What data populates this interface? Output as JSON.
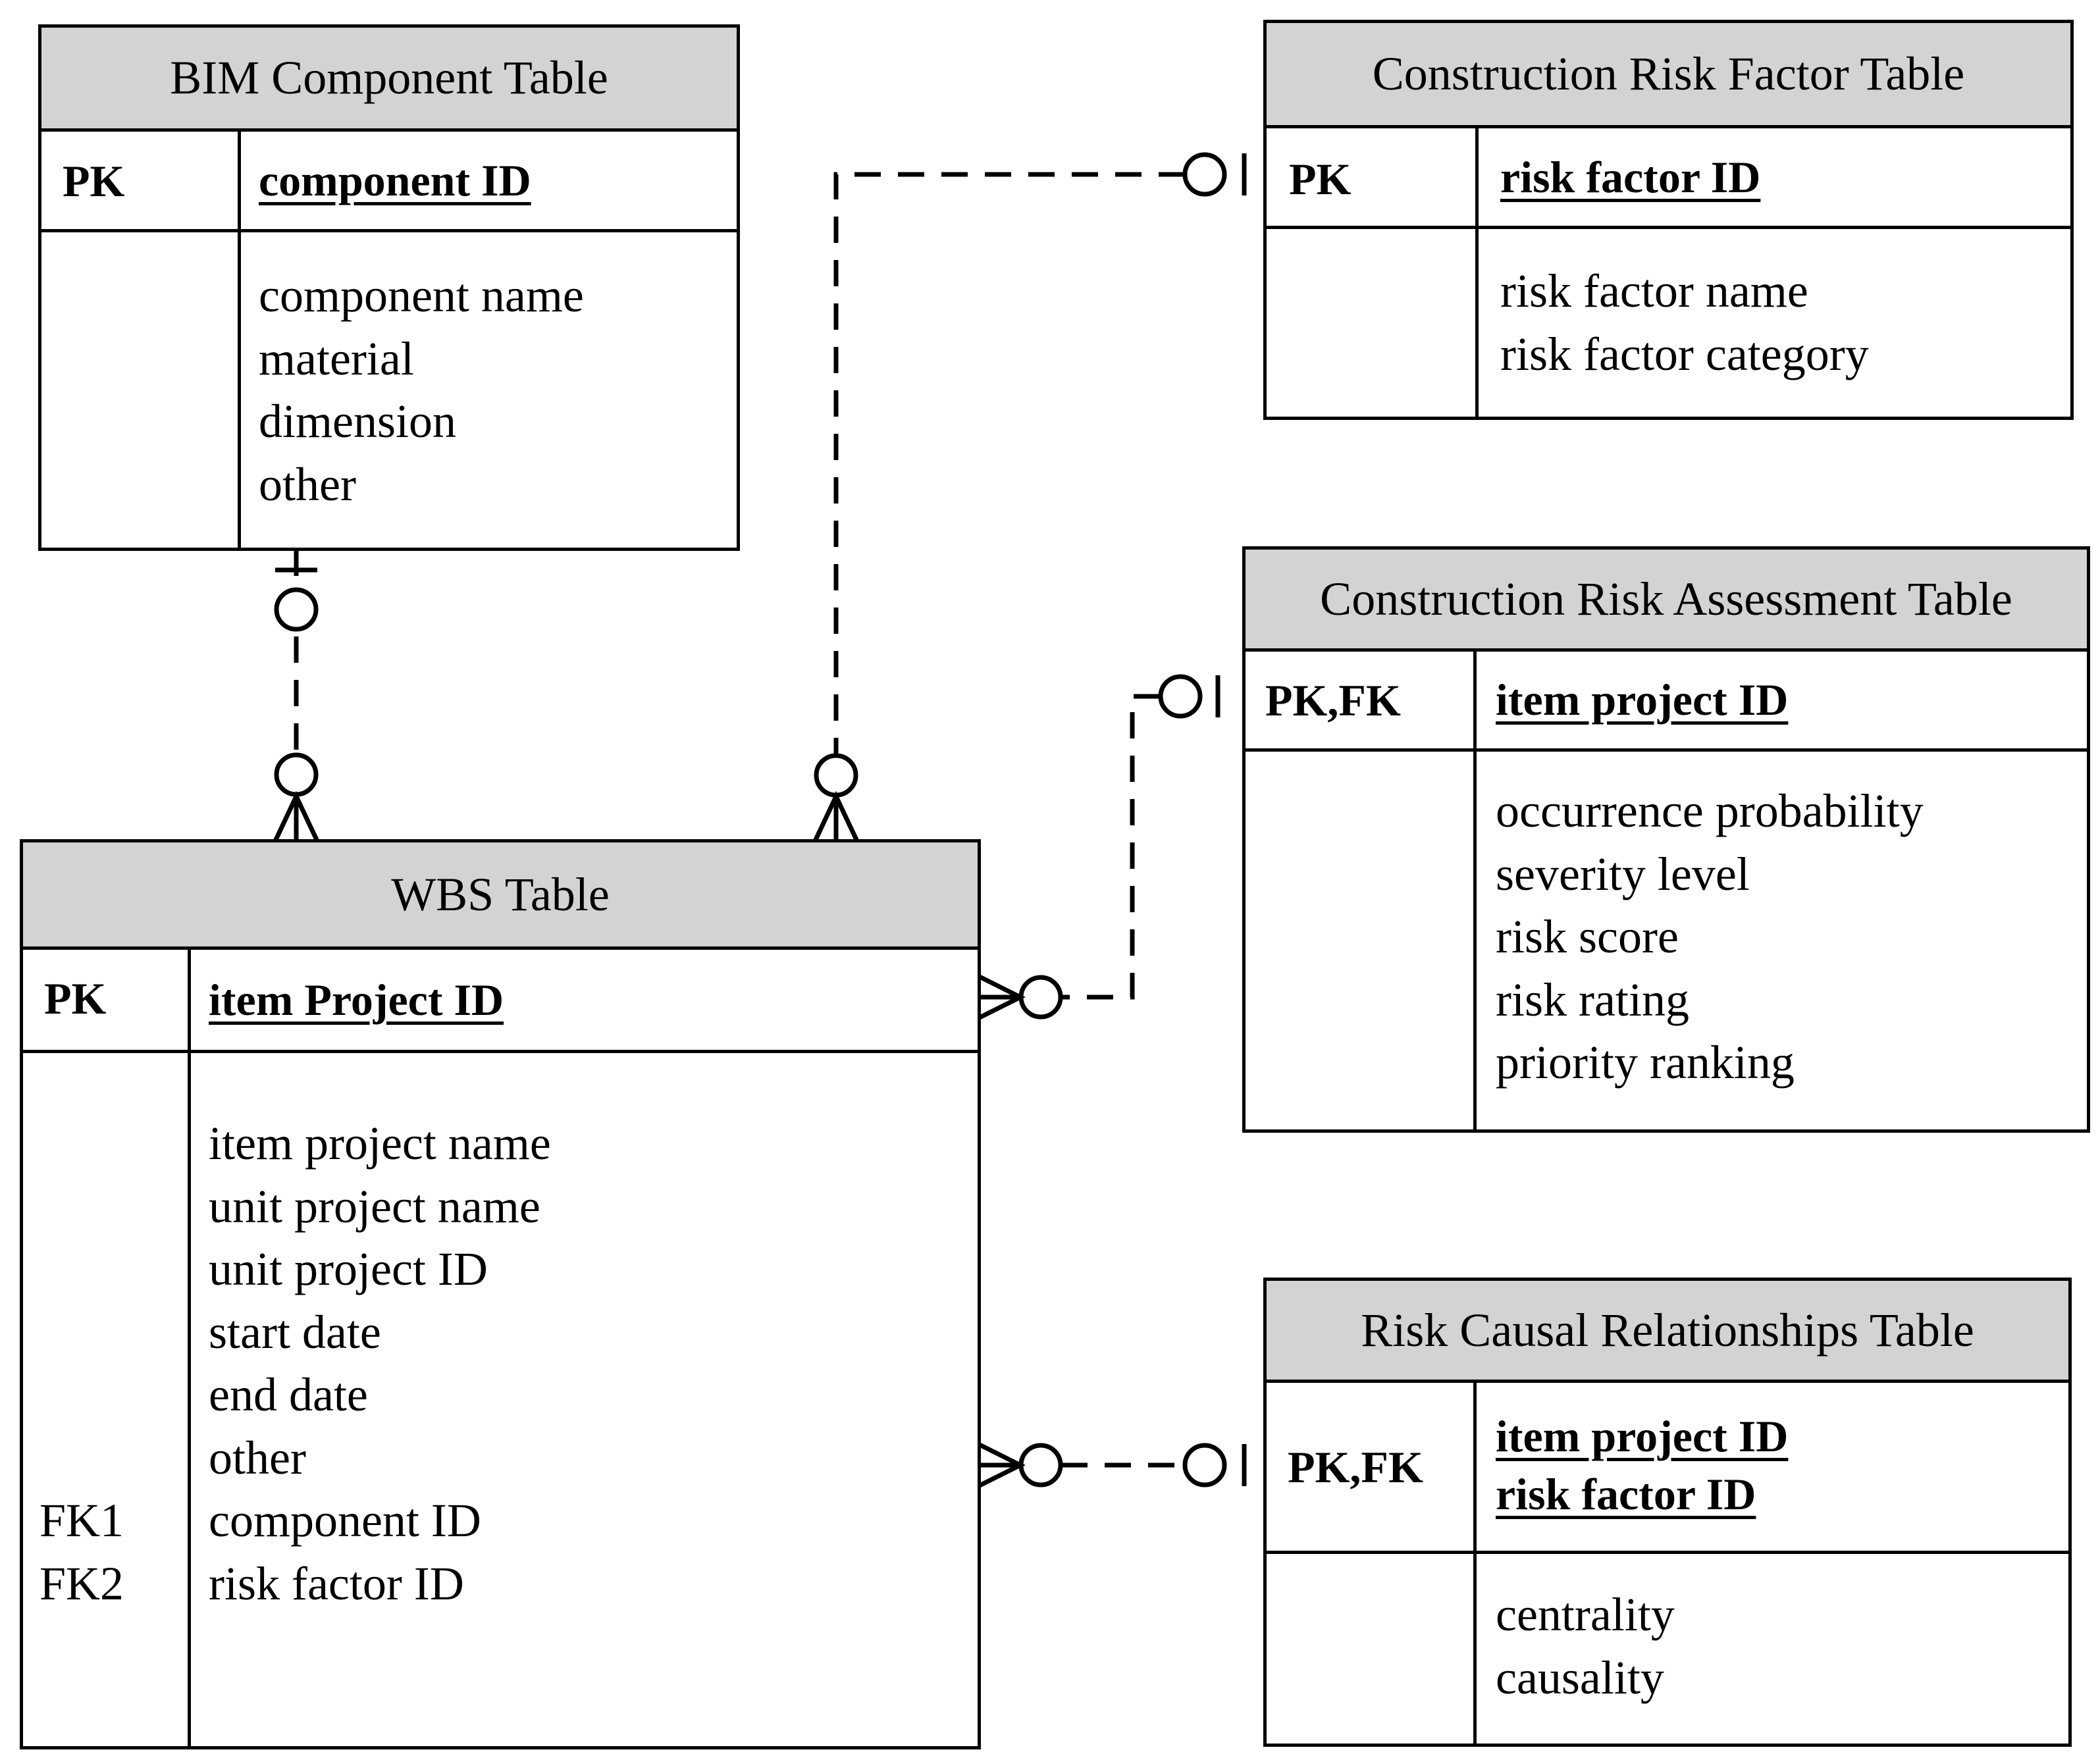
{
  "entities": {
    "bim": {
      "title": "BIM Component Table",
      "key_label": "PK",
      "key_fields": [
        "component ID"
      ],
      "attributes": [
        "component name",
        "material",
        "dimension",
        "other"
      ]
    },
    "risk_factor": {
      "title": "Construction Risk Factor Table",
      "key_label": "PK",
      "key_fields": [
        "risk factor ID"
      ],
      "attributes": [
        "risk factor name",
        "risk factor category"
      ]
    },
    "assessment": {
      "title": "Construction Risk Assessment Table",
      "key_label": "PK,FK",
      "key_fields": [
        "item project ID"
      ],
      "attributes": [
        "occurrence probability",
        "severity level",
        "risk score",
        "risk rating",
        "priority ranking"
      ]
    },
    "wbs": {
      "title": "WBS Table",
      "key_label": "PK",
      "key_fields": [
        "item Project ID"
      ],
      "attributes": [
        "item project name",
        "unit project name",
        "unit project ID",
        "start date",
        "end date",
        "other",
        "component ID",
        "risk factor ID"
      ],
      "foreign_keys": [
        {
          "label": "FK1",
          "attribute": "component ID"
        },
        {
          "label": "FK2",
          "attribute": "risk factor ID"
        }
      ]
    },
    "causal": {
      "title": "Risk Causal Relationships Table",
      "key_label": "PK,FK",
      "key_fields": [
        "item project ID",
        "risk factor ID"
      ],
      "attributes": [
        "centrality",
        "causality"
      ]
    }
  },
  "relationships": [
    {
      "from": "bim",
      "from_cardinality": "zero-or-one",
      "to": "wbs",
      "to_cardinality": "zero-or-many"
    },
    {
      "from": "risk_factor",
      "from_cardinality": "zero-or-one",
      "to": "wbs",
      "to_cardinality": "zero-or-many"
    },
    {
      "from": "assessment",
      "from_cardinality": "zero-or-one",
      "to": "wbs",
      "to_cardinality": "zero-or-many"
    },
    {
      "from": "causal",
      "from_cardinality": "zero-or-one",
      "to": "wbs",
      "to_cardinality": "zero-or-many"
    }
  ]
}
